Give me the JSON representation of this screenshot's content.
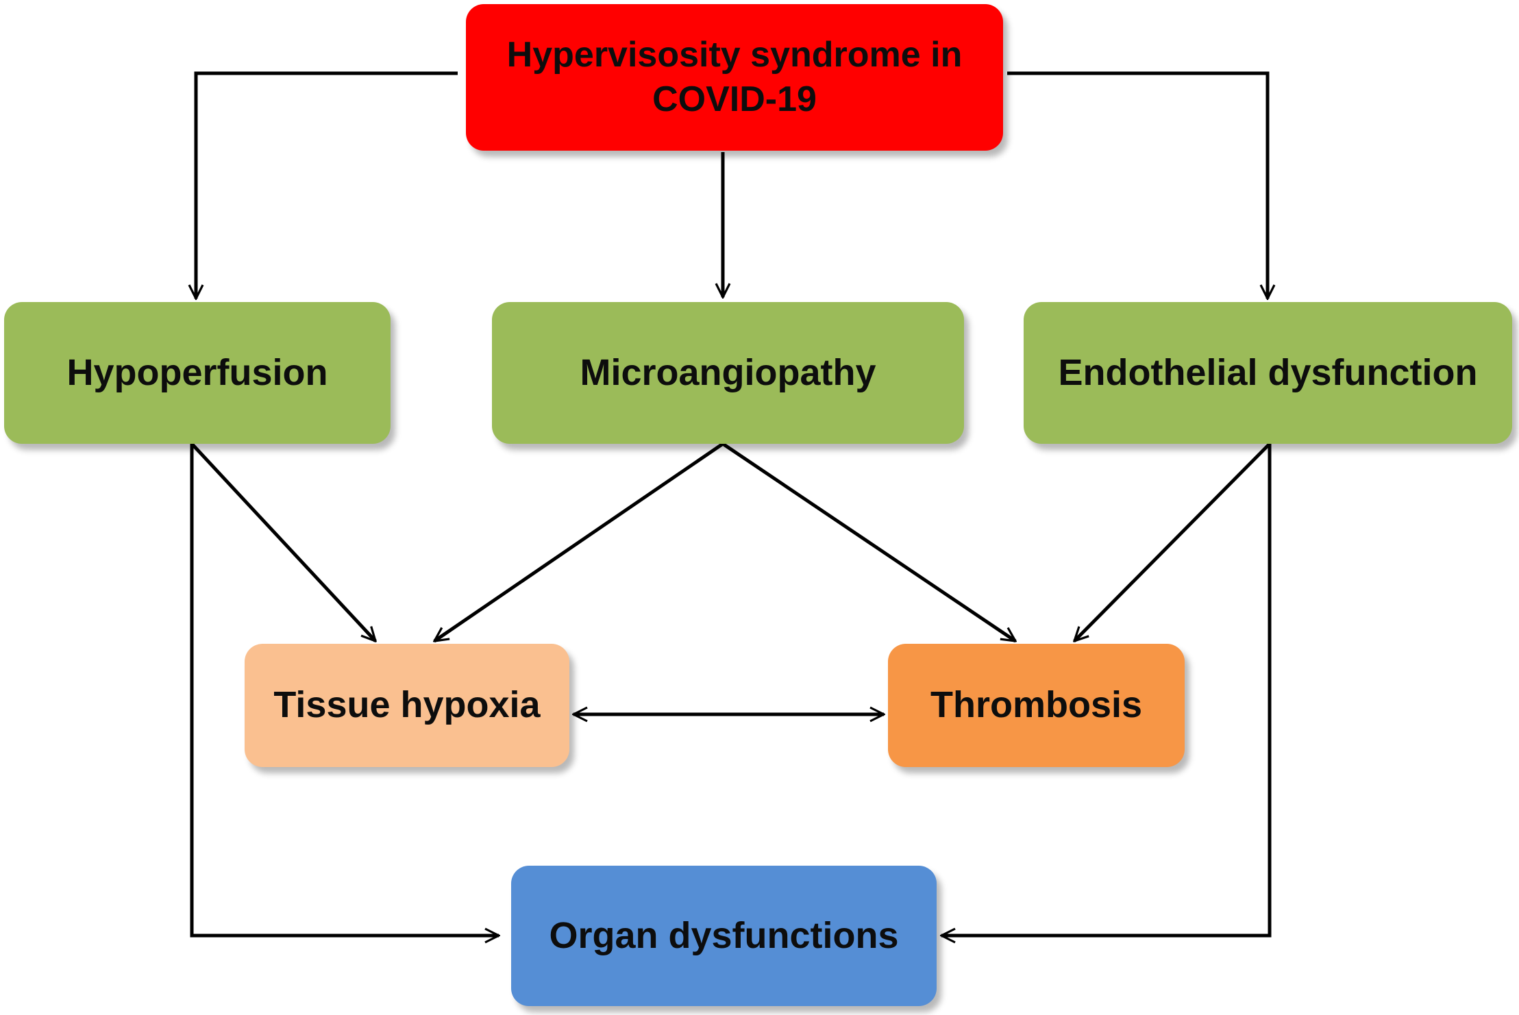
{
  "diagram": {
    "nodes": {
      "root": {
        "label": "Hypervisosity syndrome in COVID-19",
        "color": "#ff0000"
      },
      "hypoperfusion": {
        "label": "Hypoperfusion",
        "color": "#9bbb59"
      },
      "microangiopathy": {
        "label": "Microangiopathy",
        "color": "#9bbb59"
      },
      "endothelial": {
        "label": "Endothelial dysfunction",
        "color": "#9bbb59"
      },
      "tissue_hypoxia": {
        "label": "Tissue hypoxia",
        "color": "#fac090"
      },
      "thrombosis": {
        "label": "Thrombosis",
        "color": "#f79646"
      },
      "organ": {
        "label": "Organ dysfunctions",
        "color": "#558ed5"
      }
    },
    "edges": [
      {
        "from": "root",
        "to": "hypoperfusion"
      },
      {
        "from": "root",
        "to": "microangiopathy"
      },
      {
        "from": "root",
        "to": "endothelial"
      },
      {
        "from": "hypoperfusion",
        "to": "tissue_hypoxia"
      },
      {
        "from": "microangiopathy",
        "to": "tissue_hypoxia"
      },
      {
        "from": "microangiopathy",
        "to": "thrombosis"
      },
      {
        "from": "endothelial",
        "to": "thrombosis"
      },
      {
        "from": "tissue_hypoxia",
        "to": "thrombosis",
        "bidirectional": true
      },
      {
        "from": "hypoperfusion",
        "to": "organ"
      },
      {
        "from": "endothelial",
        "to": "organ"
      }
    ],
    "arrow_color": "#000000"
  }
}
